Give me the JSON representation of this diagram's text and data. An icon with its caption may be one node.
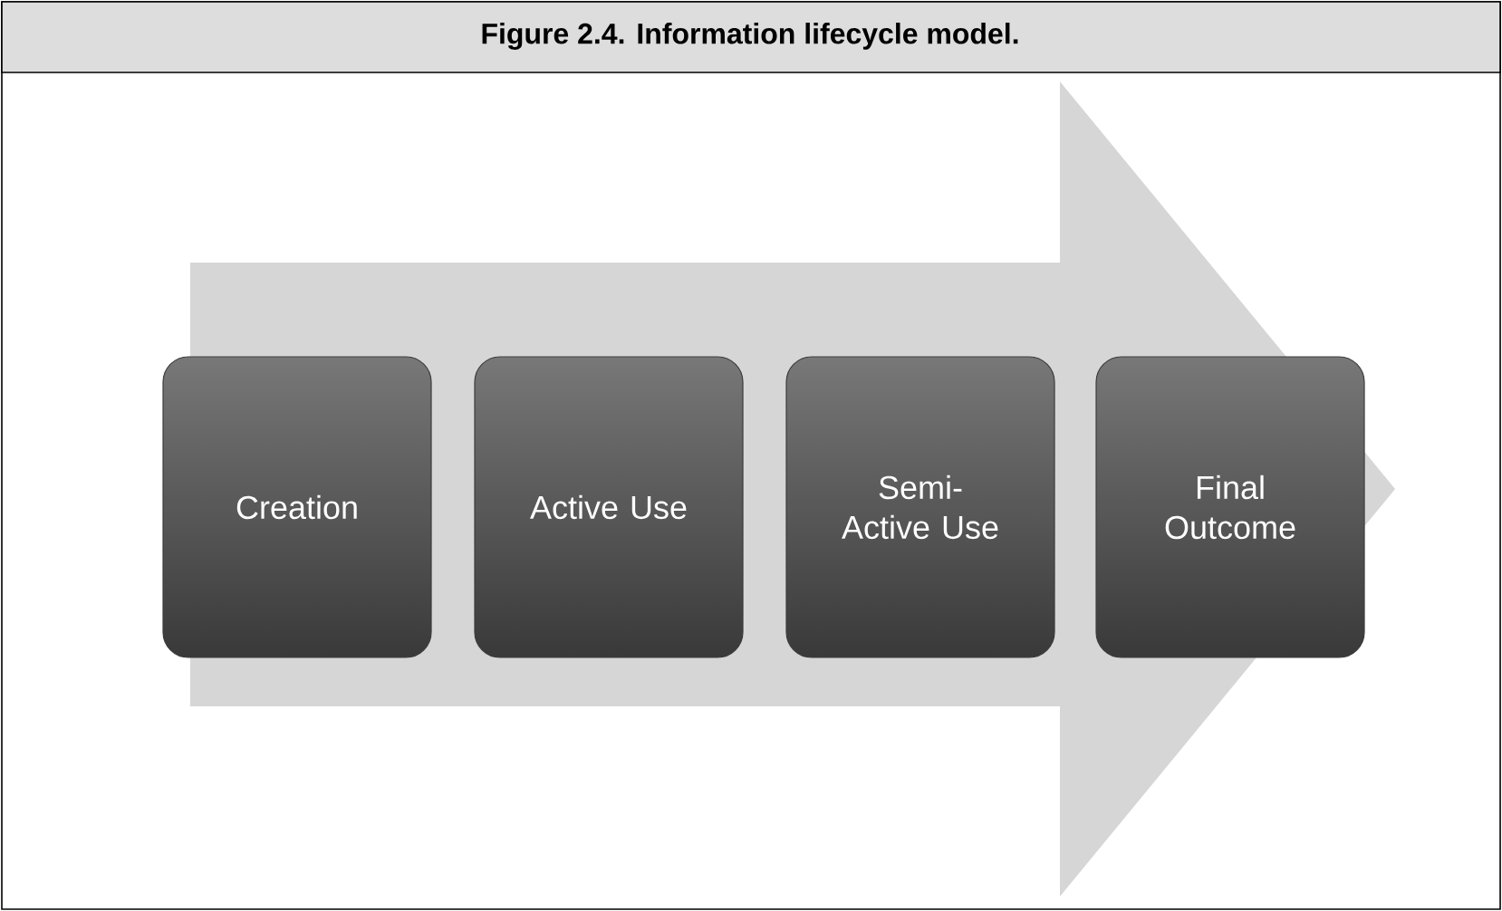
{
  "diagram": {
    "title": "Figure 2.4.  Information lifecycle model.",
    "nodes": [
      {
        "text": [
          "Creation"
        ]
      },
      {
        "text": [
          "Active Use"
        ]
      },
      {
        "text": [
          "Semi- Active Use"
        ]
      },
      {
        "text": [
          "Final Outcome"
        ]
      }
    ],
    "edges": [
      {
        "from": 0,
        "to": 3,
        "arrow": "to"
      }
    ]
  }
}
